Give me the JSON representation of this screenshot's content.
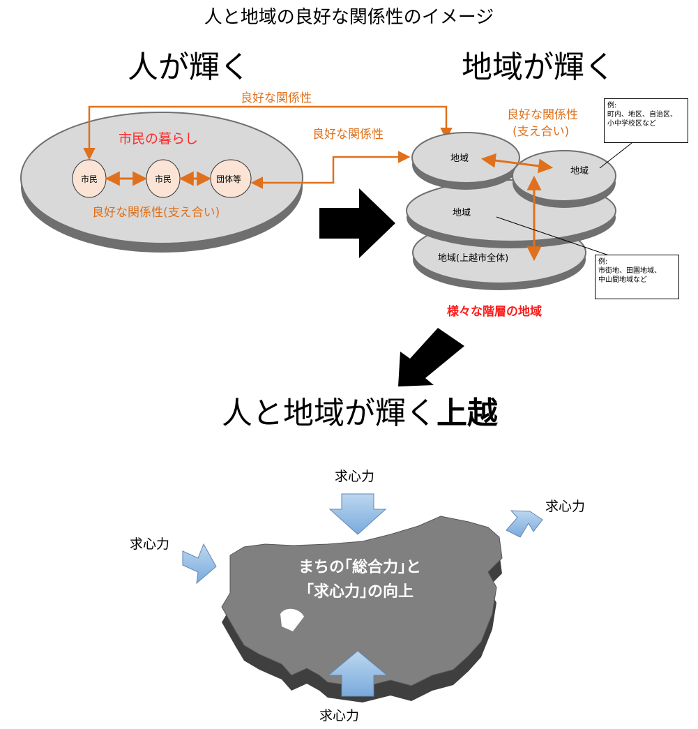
{
  "title": "人と地域の良好な関係性のイメージ",
  "heading_left": "人が輝く",
  "heading_right": "地域が輝く",
  "left_panel": {
    "top_relation_label": "良好な関係性",
    "middle_relation_label": "良好な関係性",
    "platform_label": "市民の暮らし",
    "nodes": [
      "市民",
      "市民",
      "団体等"
    ],
    "support_label": "良好な関係性(支え合い)"
  },
  "right_panel": {
    "relation_label_line1": "良好な関係性",
    "relation_label_line2": "(支え合い)",
    "regions": [
      "地域",
      "地域",
      "地域",
      "地域(上越市全体)"
    ],
    "note_top": {
      "line1": "例:",
      "line2": "町内、地区、自治区、",
      "line3": "小中学校区など"
    },
    "note_bottom": {
      "line1": "例:",
      "line2": "市街地、田園地域、",
      "line3": "中山間地域など"
    },
    "layers_caption": "様々な階層の地域"
  },
  "bottom": {
    "heading_normal": "人と地域が輝く",
    "heading_bold": "上越",
    "force_labels": [
      "求心力",
      "求心力",
      "求心力",
      "求心力"
    ],
    "city_line1": "まちの｢総合力｣と",
    "city_line2": "｢求心力｣の向上"
  },
  "colors": {
    "relation_orange": "#e0701b",
    "accent_red": "#ff1a1a",
    "platform_gray": "#d9d9d9",
    "platform_side": "#6f6f6f",
    "node_fill": "#fbe4d5",
    "force_arrow": "#9dc3e6",
    "city_top": "#7f7f7f",
    "city_side": "#3f3f3f"
  }
}
